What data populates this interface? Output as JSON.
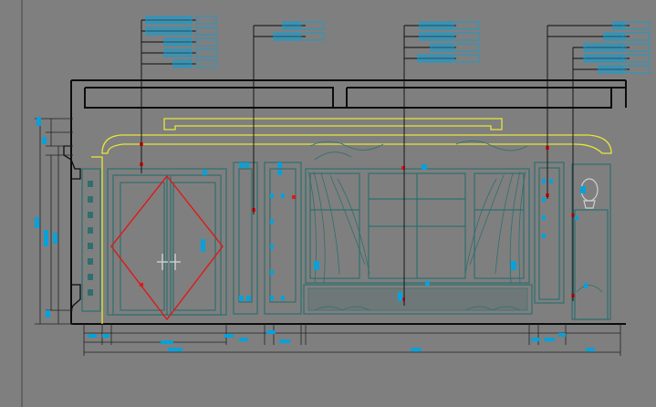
{
  "title": "",
  "colors": {
    "background": "#7f7f7f",
    "wall_outline": "#0c0c0c",
    "cabinet_outline": "#2f6f6f",
    "door_diamond": "#e01818",
    "crown_molding": "#e6e63a",
    "annotation": "#0aa0d8",
    "tag_fill": "#1c3a55",
    "leader": "#0c0c0c",
    "dim_line": "#222222"
  },
  "annotation_groups": [
    {
      "id": "group-1",
      "tag_count": 5
    },
    {
      "id": "group-2",
      "tag_count": 2
    },
    {
      "id": "group-3",
      "tag_count": 4
    },
    {
      "id": "group-4",
      "tag_count": 5
    }
  ],
  "elements": {
    "double_door": "double-door",
    "window": "window",
    "curtains": "curtain",
    "side_panels": "wall-panel",
    "vase_niche": "vase-niche",
    "radiator_cover": "radiator-cover",
    "left_column": "left-column"
  }
}
